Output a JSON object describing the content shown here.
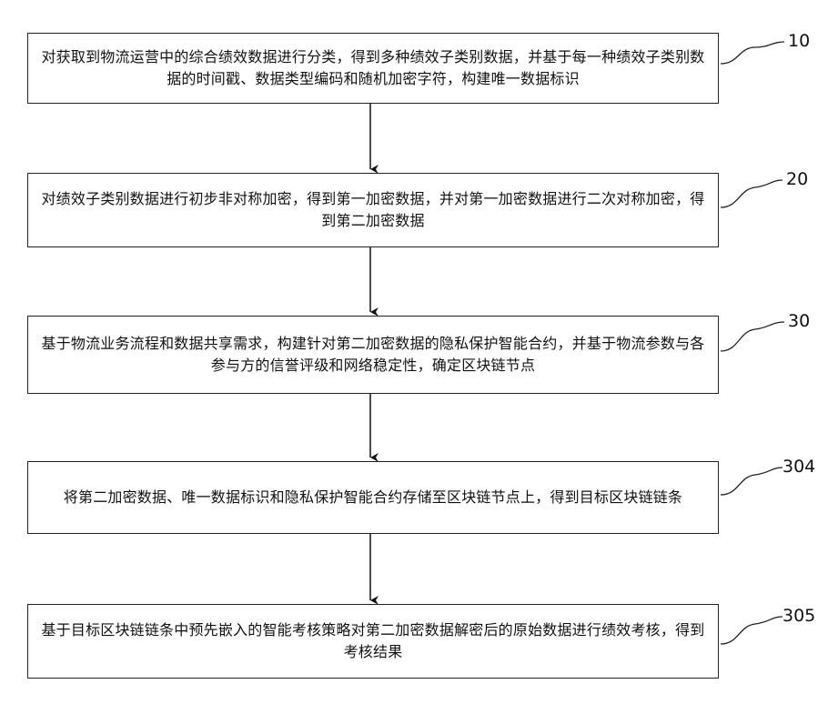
{
  "steps": [
    {
      "text": "对获取到物流运营中的综合绩效数据进行分类，得到多种绩效子类别数据，并基于每一种绩效子类别数据的时间戳、数据类型编码和随机加密字符，构建唯一数据标识",
      "number": "10"
    },
    {
      "text": "对绩效子类别数据进行初步非对称加密，得到第一加密数据，并对第一加密数据进行二次对称加密，得到第二加密数据",
      "number": "20"
    },
    {
      "text": "基于物流业务流程和数据共享需求，构建针对第二加密数据的隐私保护智能合约，并基于物流参数与各参与方的信誉评级和网络稳定性，确定区块链节点",
      "number": "30"
    },
    {
      "text": "将第二加密数据、唯一数据标识和隐私保护智能合约存储至区块链节点上，得到目标区块链链条",
      "number": "304"
    },
    {
      "text": "基于目标区块链链条中预先嵌入的智能考核策略对第二加密数据解密后的原始数据进行绩效考核，得到考核结果",
      "number": "305"
    }
  ]
}
